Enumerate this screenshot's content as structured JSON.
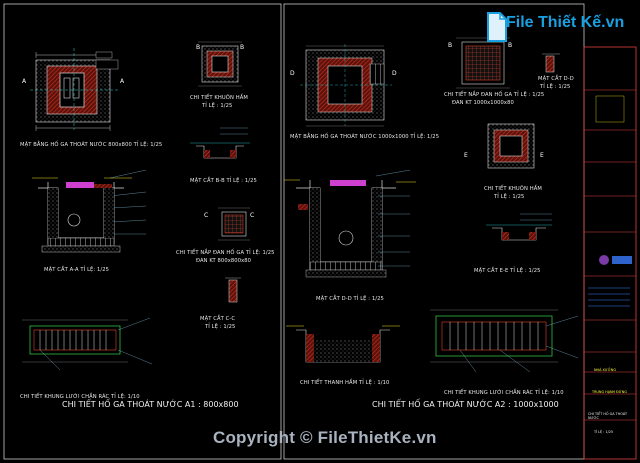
{
  "branding": {
    "logo_text": "File Thiết Kế.vn",
    "watermark": "Copyright © FileThietKe.vn"
  },
  "sheet_a1": {
    "title": "CHI TIẾT HỐ GA THOÁT NƯỚC A1 : 800x800",
    "plan_caption": "MẶT BẰNG HỐ GA THOÁT NƯỚC 800x800 TỈ LỆ: 1/25",
    "section_aa": "MẶT CẮT A-A  TỈ LỆ: 1/25",
    "frame_detail": "CHI TIẾT KHUÔN HẦM",
    "frame_scale": "TỈ LỆ : 1/25",
    "section_bb": "MẶT CẮT B-B  TỈ LỆ : 1/25",
    "cover_detail": "CHI TIẾT NẮP ĐAN HỐ GA  TỈ LỆ: 1/25",
    "cover_size": "ĐAN KT 800x800x80",
    "section_cc": "MẶT CẮT C-C",
    "section_cc_scale": "TỈ LỆ : 1/25",
    "grate_detail": "CHI TIẾT KHUNG LƯỚI CHẮN RÁC  TỈ LỆ: 1/10",
    "marks": [
      "A",
      "A",
      "B",
      "B",
      "C",
      "C"
    ]
  },
  "sheet_a2": {
    "title": "CHI TIẾT HỐ GA THOÁT NƯỚC A2 : 1000x1000",
    "plan_caption": "MẶT BẰNG HỐ GA THOÁT NƯỚC 1000x1000 TỈ LỆ: 1/25",
    "section_dd": "MẶT CẮT D-D  TỈ LỆ : 1/25",
    "cover_detail": "CHI TIẾT NẮP ĐAN HỐ GA  TỈ LỆ : 1/25",
    "cover_size": "ĐAN KT 1000x1000x80",
    "section_dd_small": "MẶT CẮT D-D",
    "section_dd_small_scale": "TỈ LỆ : 1/25",
    "frame_detail": "CHI TIẾT KHUÔN HẦM",
    "frame_scale": "TỈ LỆ : 1/25",
    "section_ee": "MẶT CẮT E-E  TỈ LỆ : 1/25",
    "frame_trans": "CHI TIẾT THANH HẦM  TỈ LỆ : 1/10",
    "grate_detail": "CHI TIẾT KHUNG LƯỚI CHẮN RÁC  TỈ LỆ: 1/10",
    "marks": [
      "B",
      "B",
      "D",
      "D",
      "E",
      "E"
    ]
  },
  "title_block": {
    "company": "TRUNG HẠNH ĐỨNG",
    "project": "NHÀ XƯỞNG",
    "drawing": "CHI TIẾT HỐ GA THOÁT NƯỚC",
    "scale_label": "TỈ LỆ : 1/25"
  },
  "colors": {
    "background": "#000000",
    "line": "#e8e8e8",
    "red": "#c8281e",
    "cyan": "#2ad4d4",
    "magenta": "#d040d0",
    "yellow": "#f0e020",
    "blue": "#3a7cff",
    "logo": "#19a0e0"
  }
}
